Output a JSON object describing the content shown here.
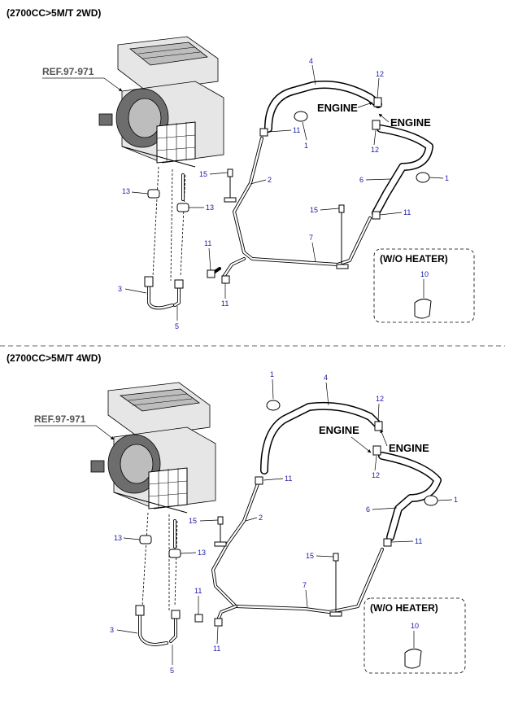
{
  "sections": [
    {
      "heading": "(2700CC>5M/T 2WD)",
      "ref_label": "REF.97-971",
      "engine_labels": [
        "ENGINE",
        "ENGINE"
      ],
      "wo_heater": {
        "title": "(W/O HEATER)",
        "part": "10"
      },
      "callouts": [
        "4",
        "12",
        "11",
        "1",
        "12",
        "15",
        "2",
        "1",
        "6",
        "13",
        "13",
        "15",
        "11",
        "7",
        "11",
        "3",
        "11",
        "5"
      ]
    },
    {
      "heading": "(2700CC>5M/T 4WD)",
      "ref_label": "REF.97-971",
      "engine_labels": [
        "ENGINE",
        "ENGINE"
      ],
      "wo_heater": {
        "title": "(W/O HEATER)",
        "part": "10"
      },
      "callouts": [
        "1",
        "4",
        "12",
        "11",
        "12",
        "2",
        "15",
        "1",
        "6",
        "13",
        "13",
        "11",
        "15",
        "7",
        "11",
        "3",
        "11",
        "5"
      ]
    }
  ],
  "colors": {
    "callout": "#1a1aa8",
    "line": "#000000",
    "divider": "#666666"
  }
}
